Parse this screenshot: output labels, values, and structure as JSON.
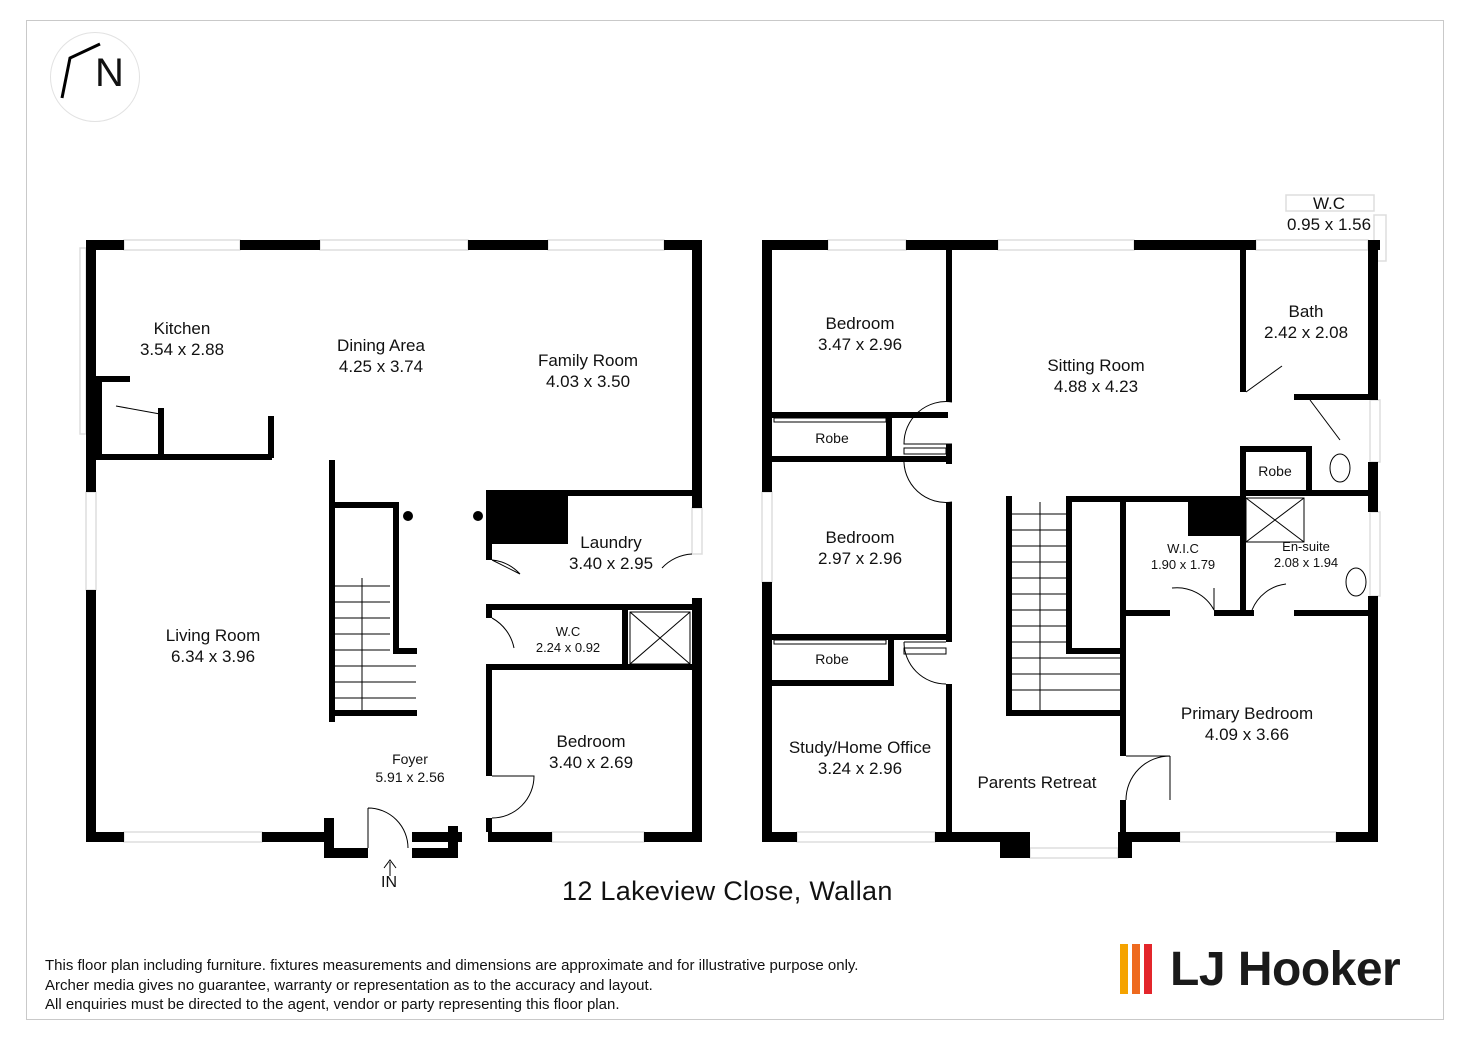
{
  "compass": {
    "letter": "N",
    "icon": "north-arrow-icon"
  },
  "ground_floor": {
    "rooms": [
      {
        "id": "kitchen",
        "name": "Kitchen",
        "dims": "3.54 x 2.88"
      },
      {
        "id": "dining",
        "name": "Dining Area",
        "dims": "4.25 x 3.74"
      },
      {
        "id": "family",
        "name": "Family Room",
        "dims": "4.03 x 3.50"
      },
      {
        "id": "living",
        "name": "Living Room",
        "dims": "6.34 x 3.96"
      },
      {
        "id": "laundry",
        "name": "Laundry",
        "dims": "3.40 x 2.95"
      },
      {
        "id": "wc",
        "name": "W.C",
        "dims": "2.24 x 0.92"
      },
      {
        "id": "bedroom",
        "name": "Bedroom",
        "dims": "3.40 x 2.69"
      },
      {
        "id": "foyer",
        "name": "Foyer",
        "dims": "5.91 x 2.56"
      }
    ],
    "entry_label": "IN"
  },
  "first_floor": {
    "rooms": [
      {
        "id": "bed1",
        "name": "Bedroom",
        "dims": "3.47 x 2.96"
      },
      {
        "id": "sitting",
        "name": "Sitting Room",
        "dims": "4.88 x 4.23"
      },
      {
        "id": "bath",
        "name": "Bath",
        "dims": "2.42 x 2.08"
      },
      {
        "id": "wc2",
        "name": "W.C",
        "dims": "0.95 x 1.56"
      },
      {
        "id": "bed2",
        "name": "Bedroom",
        "dims": "2.97 x 2.96"
      },
      {
        "id": "wic",
        "name": "W.I.C",
        "dims": "1.90 x 1.79"
      },
      {
        "id": "ensuite",
        "name": "En-suite",
        "dims": "2.08 x 1.94"
      },
      {
        "id": "primary",
        "name": "Primary Bedroom",
        "dims": "4.09 x 3.66"
      },
      {
        "id": "study",
        "name": "Study/Home Office",
        "dims": "3.24 x 2.96"
      },
      {
        "id": "retreat",
        "name": "Parents Retreat",
        "dims": ""
      }
    ],
    "robes": [
      "Robe",
      "Robe",
      "Robe"
    ]
  },
  "address": "12 Lakeview Close, Wallan",
  "disclaimer": [
    "This floor plan including furniture. fixtures measurements and dimensions are approximate and for illustrative purpose only.",
    "Archer media gives no guarantee, warranty or representation as to the accuracy and layout.",
    "All enquiries must be directed to the agent, vendor or party representing this floor plan."
  ],
  "brand": {
    "name": "LJ Hooker",
    "colors": [
      "#f5a300",
      "#ee6a1f",
      "#e3262b"
    ]
  }
}
